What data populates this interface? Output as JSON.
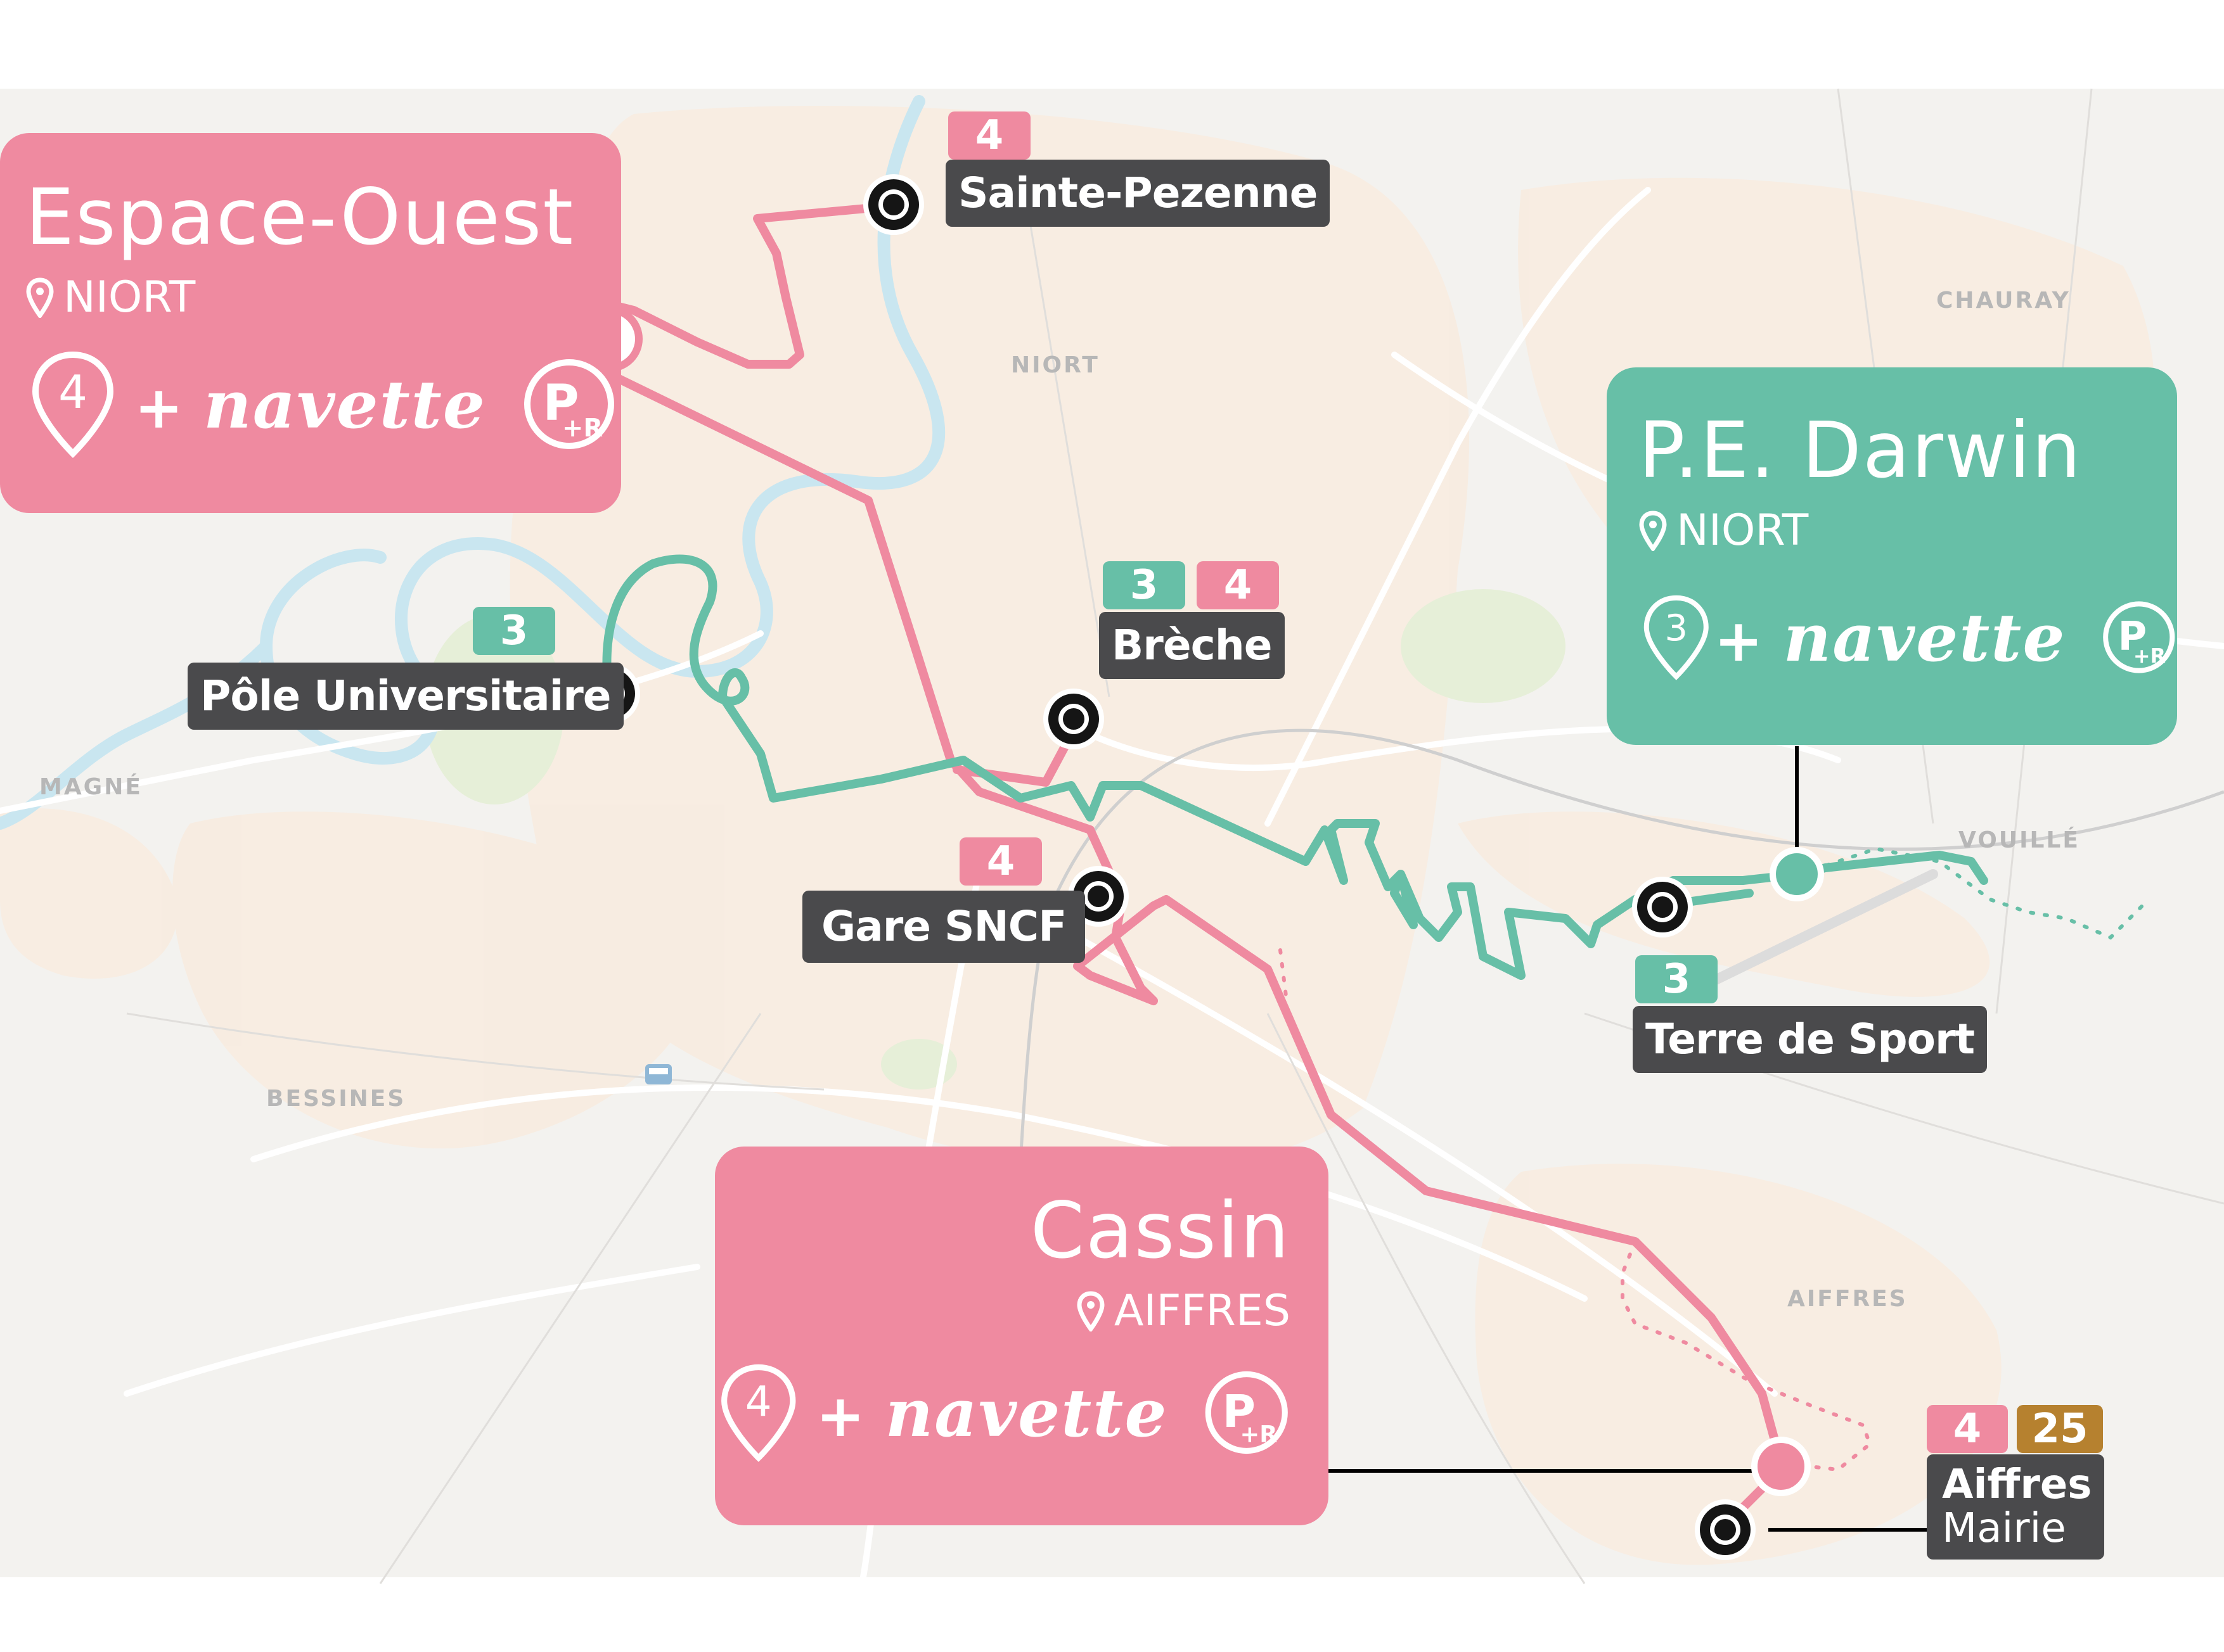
{
  "colors": {
    "line4": "#ef8aa0",
    "line3": "#67bfa7",
    "line25": "#b6812f",
    "label_bg": "#4a4a4c",
    "map_bg": "#f3f2ef",
    "river": "#c9e6f0"
  },
  "pr_cards": [
    {
      "id": "espace-ouest",
      "title": "Espace-Ouest",
      "location": "NIORT",
      "line": "4",
      "navette": "+ navette"
    },
    {
      "id": "pe-darwin",
      "title": "P.E. Darwin",
      "location": "NIORT",
      "line": "3",
      "navette": "+ navette"
    },
    {
      "id": "cassin",
      "title": "Cassin",
      "location": "AIFFRES",
      "line": "4",
      "navette": "+ navette"
    }
  ],
  "pr_icon": {
    "letters": "P+R",
    "name": "park-and-ride-icon"
  },
  "stops": [
    {
      "id": "sainte-pezenne",
      "name": "Sainte-Pezenne",
      "lines": [
        "4"
      ]
    },
    {
      "id": "breche",
      "name": "Brèche",
      "lines": [
        "3",
        "4"
      ]
    },
    {
      "id": "pole-universitaire",
      "name": "Pôle Universitaire",
      "lines": [
        "3"
      ]
    },
    {
      "id": "gare-sncf",
      "name": "Gare SNCF",
      "lines": [
        "4"
      ]
    },
    {
      "id": "terre-de-sport",
      "name": "Terre de Sport",
      "lines": [
        "3"
      ]
    },
    {
      "id": "aiffres-mairie",
      "name_line1": "Aiffres",
      "name_line2": "Mairie",
      "lines": [
        "4",
        "25"
      ]
    }
  ],
  "places": [
    "NIORT",
    "CHAURAY",
    "MAGNÉ",
    "BESSINES",
    "VOUILLÉ",
    "AIFFRES"
  ]
}
